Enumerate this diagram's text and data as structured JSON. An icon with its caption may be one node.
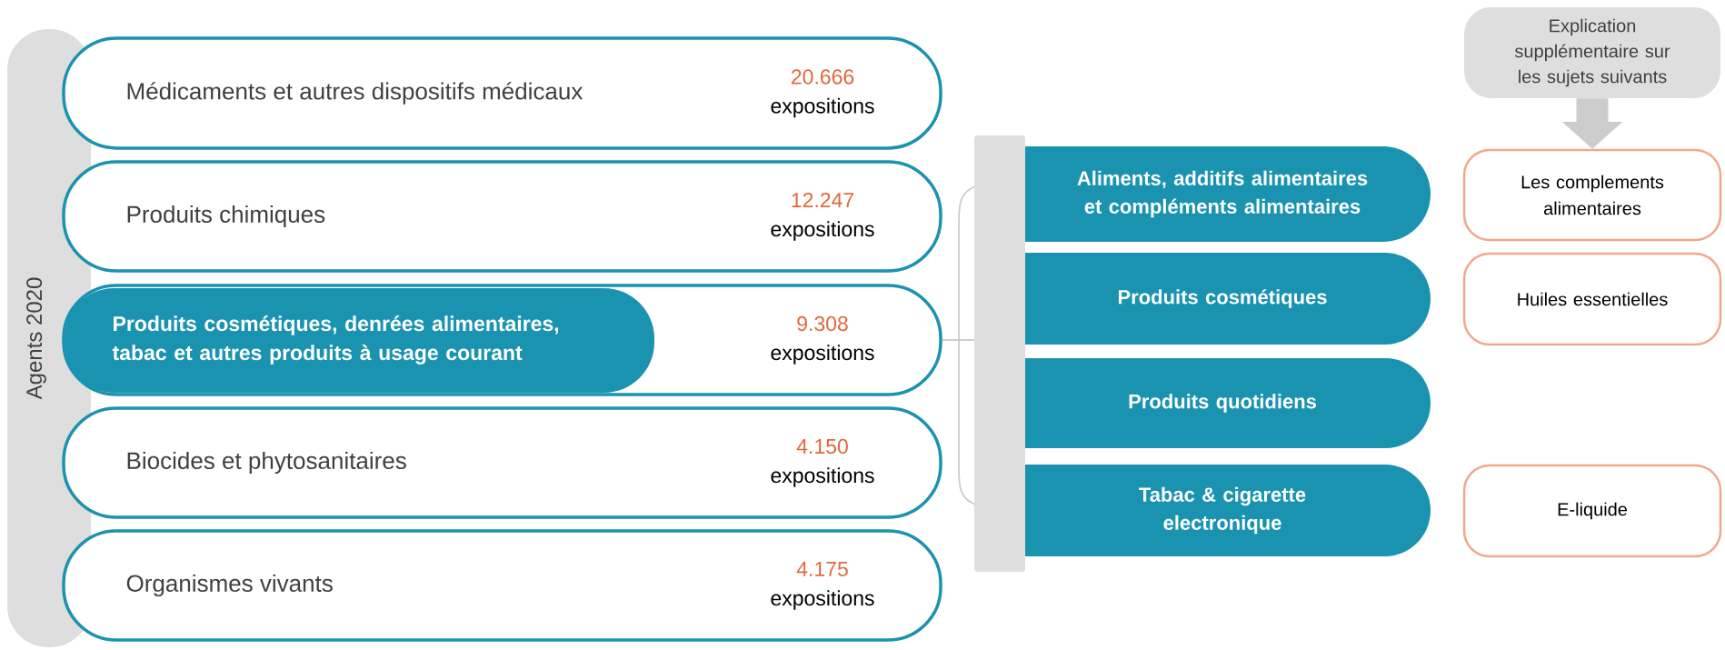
{
  "diagram": {
    "nodes": [
      {
        "text": [
          "Agents 2020"
        ]
      },
      {
        "text": [
          "Médicaments et autres dispositifs médicaux",
          "20.666",
          "expositions"
        ]
      },
      {
        "text": [
          "Produits chimiques",
          "12.247",
          "expositions"
        ]
      },
      {
        "text": [
          "9.308",
          "expositions"
        ]
      },
      {
        "text": [
          "Produits cosmétiques, denrées alimentaires, tabac et autres produits à usage courant"
        ],
        "in": 3
      },
      {
        "text": [
          "Biocides et phytosanitaires",
          "4.150",
          "expositions"
        ]
      },
      {
        "text": [
          "Organismes vivants",
          "4.175",
          "expositions"
        ]
      },
      {
        "text": [],
        "shape": "bar"
      },
      {
        "text": [
          "Aliments, additifs alimentaires et compléments alimentaires"
        ]
      },
      {
        "text": [
          "Produits cosmétiques"
        ]
      },
      {
        "text": [
          "Produits quotidiens"
        ]
      },
      {
        "text": [
          "Tabac & cigarette electronique"
        ]
      },
      {
        "text": [
          "Explication supplémentaire sur les sujets suivants"
        ]
      },
      {
        "text": [
          "Les complements alimentaires"
        ]
      },
      {
        "text": [
          "Huiles essentielles"
        ]
      },
      {
        "text": [
          "E-liquide"
        ]
      }
    ],
    "edges": [
      {
        "from": 3,
        "to": 7,
        "arrow": "none"
      },
      {
        "from": 12,
        "to": 13,
        "arrow": "to",
        "style": "thick"
      }
    ]
  }
}
